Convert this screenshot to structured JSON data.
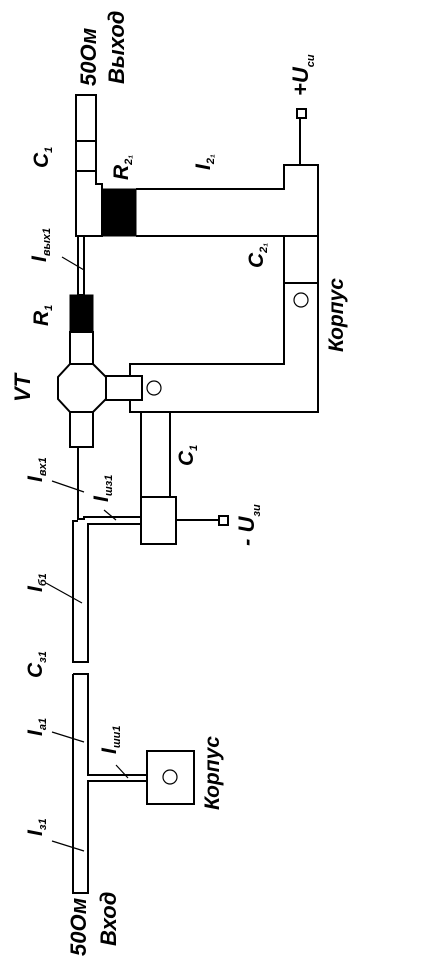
{
  "labels": {
    "ohm_top": "50Ом",
    "vyhod": "Выход",
    "u_plus": "+U",
    "u_plus_sub": "си",
    "c1_top": "C",
    "c1_top_sub": "1",
    "r2": "R",
    "r2_sub": "2₁",
    "i2": "I",
    "i2_sub": "2₁",
    "c2": "C",
    "c2_sub": "2₁",
    "ivyh": "I",
    "ivyh_sub": "вых1",
    "r1": "R",
    "r1_sub": "1",
    "korpus1": "Корпус",
    "vt": "VT",
    "ivh": "I",
    "ivh_sub": "вх1",
    "ishz": "I",
    "ishz_sub": "шз1",
    "c1_mid": "C",
    "c1_mid_sub": "1",
    "u_minus": "- U",
    "u_minus_sub": "зи",
    "ib": "I",
    "ib_sub": "б1",
    "cz": "C",
    "cz_sub": "з1",
    "ia": "I",
    "ia_sub": "а1",
    "ishi": "I",
    "ishi_sub": "ши1",
    "iz": "I",
    "iz_sub": "з1",
    "korpus2": "Корпус",
    "ohm_bottom": "50Ом",
    "vhod": "Вход"
  }
}
